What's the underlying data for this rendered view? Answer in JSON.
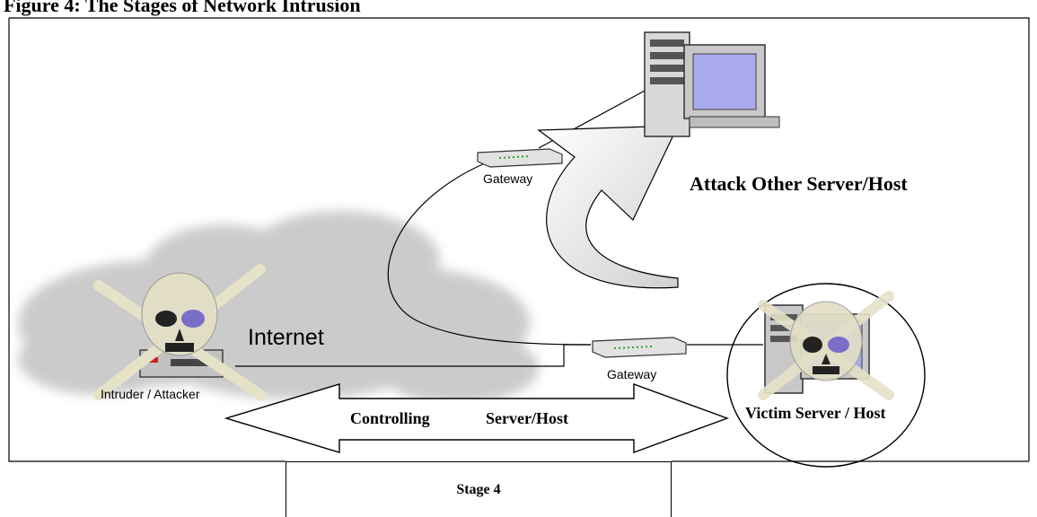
{
  "heading": "Figure 4: The Stages of Network Intrusion",
  "labels": {
    "attack_other": "Attack Other Server/Host",
    "internet": "Internet",
    "intruder": "Intruder / Attacker",
    "gateway_top": "Gateway",
    "gateway_bottom": "Gateway",
    "controlling": "Controlling",
    "server_host": "Server/Host",
    "victim": "Victim Server / Host"
  },
  "stage": "Stage 4",
  "colors": {
    "cloud": "#c9c9c9",
    "arrow_fill": "#dedede",
    "skull": "#e0dcc6",
    "screen": "#a9a9ee"
  }
}
